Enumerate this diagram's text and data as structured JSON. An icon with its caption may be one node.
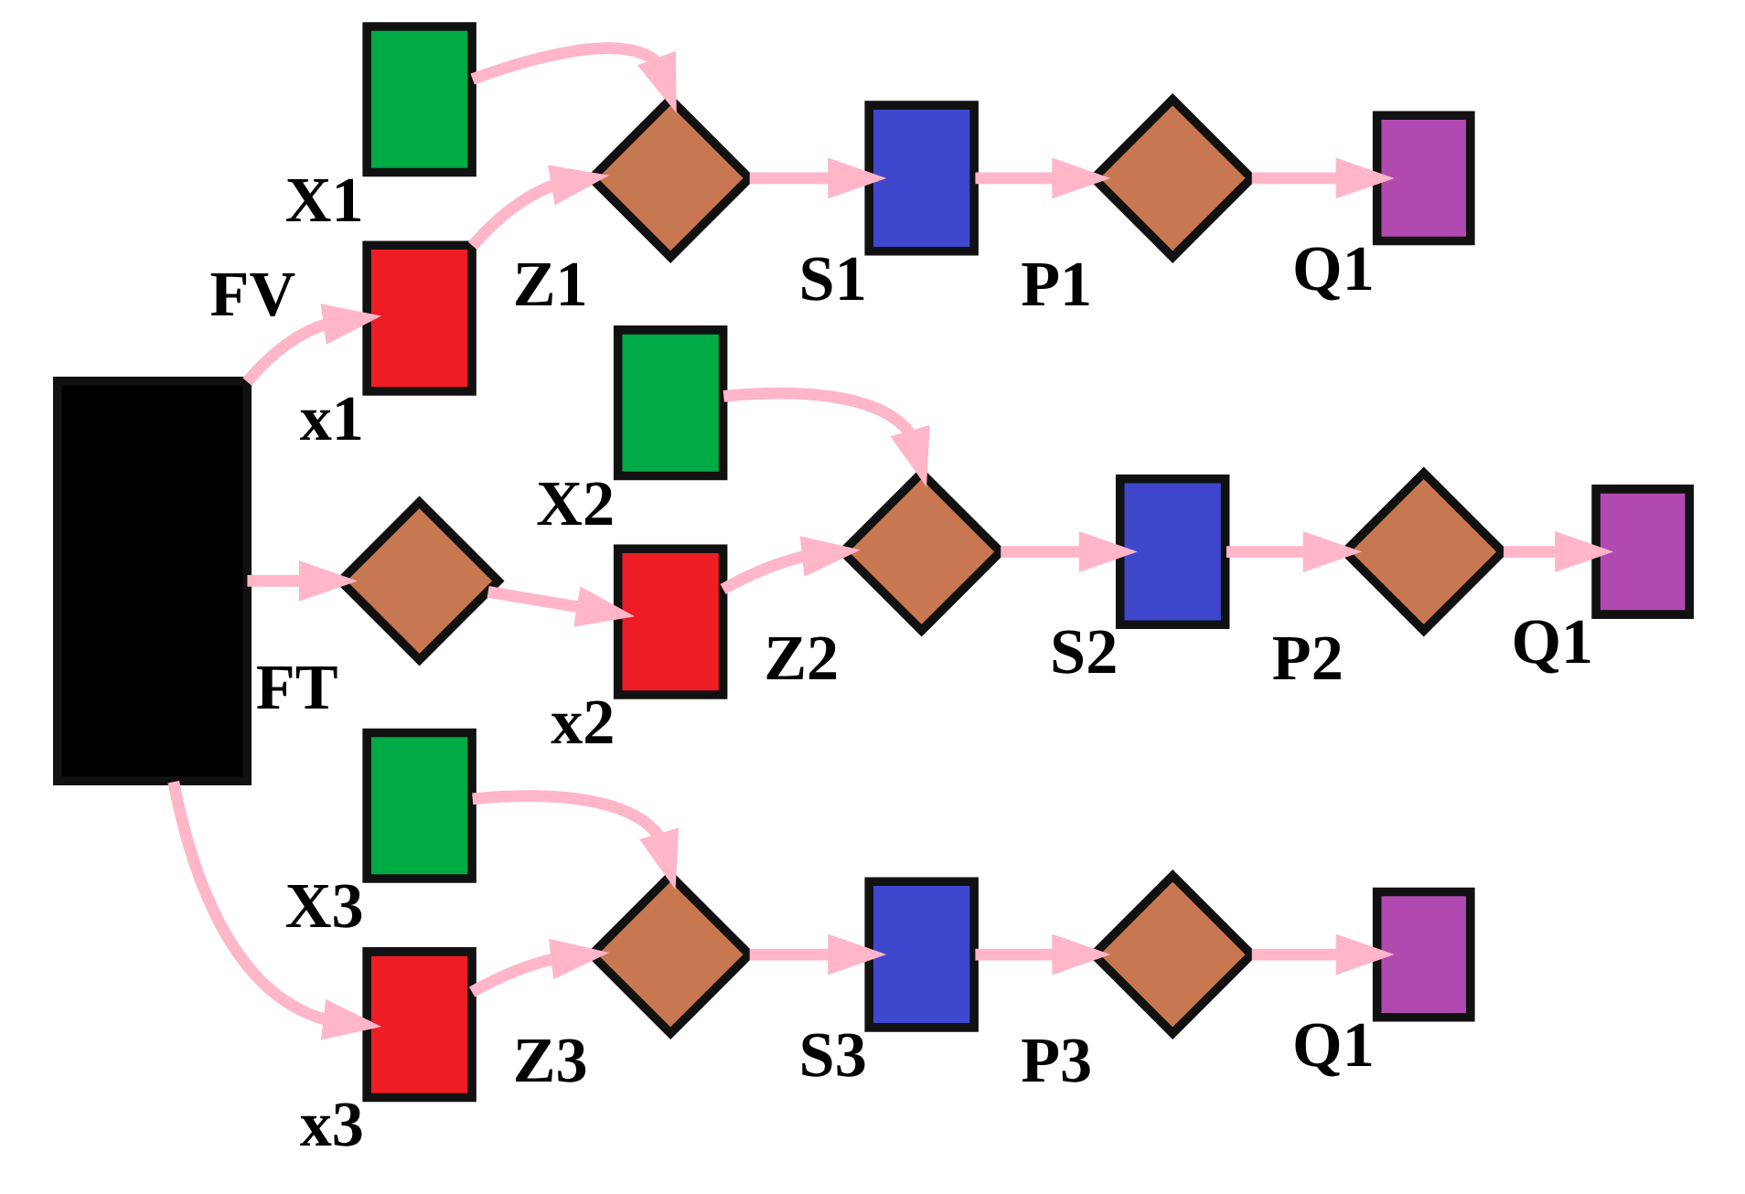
{
  "diagram": {
    "nodes": [
      {
        "text": [],
        "shape": "box"
      },
      {
        "text": [
          "X1"
        ]
      },
      {
        "text": [
          "x1"
        ]
      },
      {
        "text": [
          "Z1"
        ]
      },
      {
        "text": [
          "S1"
        ]
      },
      {
        "text": [
          "P1"
        ]
      },
      {
        "text": [
          "Q1"
        ]
      },
      {
        "text": [
          "FT"
        ]
      },
      {
        "text": [
          "X2"
        ]
      },
      {
        "text": [
          "x2"
        ]
      },
      {
        "text": [
          "Z2"
        ]
      },
      {
        "text": [
          "S2"
        ]
      },
      {
        "text": [
          "P2"
        ]
      },
      {
        "text": [
          "Q1"
        ]
      },
      {
        "text": [
          "X3"
        ]
      },
      {
        "text": [
          "x3"
        ]
      },
      {
        "text": [
          "Z3"
        ]
      },
      {
        "text": [
          "S3"
        ]
      },
      {
        "text": [
          "P3"
        ]
      },
      {
        "text": [
          "Q1"
        ]
      }
    ],
    "edges": [
      {
        "from": 0,
        "to": 2,
        "arrow": "to",
        "label": "FV"
      },
      {
        "from": 0,
        "to": 7,
        "arrow": "to"
      },
      {
        "from": 7,
        "to": 9,
        "arrow": "to"
      },
      {
        "from": 0,
        "to": 15,
        "arrow": "to"
      },
      {
        "from": 1,
        "to": 3,
        "arrow": "to"
      },
      {
        "from": 2,
        "to": 3,
        "arrow": "to"
      },
      {
        "from": 3,
        "to": 4,
        "arrow": "to"
      },
      {
        "from": 4,
        "to": 5,
        "arrow": "to"
      },
      {
        "from": 5,
        "to": 6,
        "arrow": "to"
      },
      {
        "from": 8,
        "to": 10,
        "arrow": "to"
      },
      {
        "from": 9,
        "to": 10,
        "arrow": "to"
      },
      {
        "from": 10,
        "to": 11,
        "arrow": "to"
      },
      {
        "from": 11,
        "to": 12,
        "arrow": "to"
      },
      {
        "from": 12,
        "to": 13,
        "arrow": "to"
      },
      {
        "from": 14,
        "to": 16,
        "arrow": "to"
      },
      {
        "from": 15,
        "to": 16,
        "arrow": "to"
      },
      {
        "from": 16,
        "to": 17,
        "arrow": "to"
      },
      {
        "from": 17,
        "to": 18,
        "arrow": "to"
      },
      {
        "from": 18,
        "to": 19,
        "arrow": "to"
      }
    ]
  }
}
